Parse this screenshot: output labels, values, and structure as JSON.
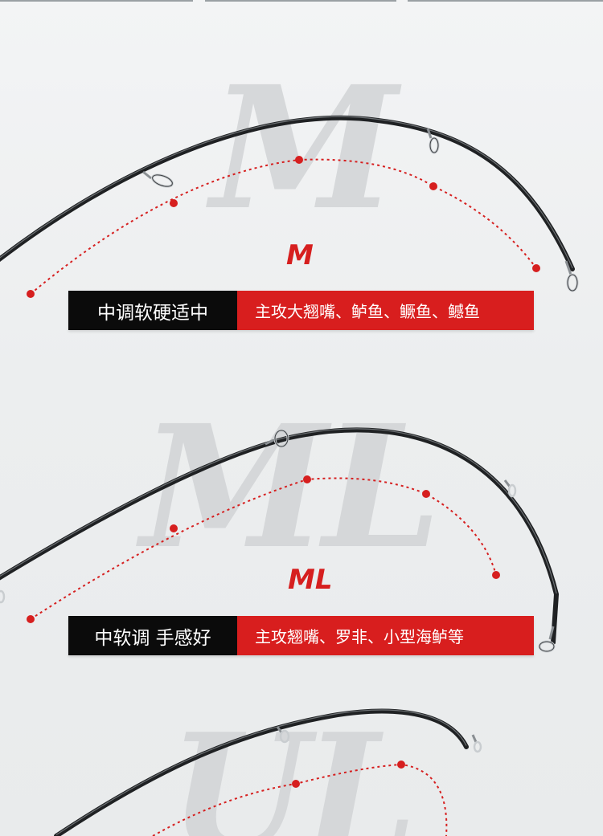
{
  "colors": {
    "accent_red": "#d81e1e",
    "label_black": "#0b0b0b",
    "rod_dark": "#2a2c2e",
    "watermark_gray": "#d2d4d6"
  },
  "sections": [
    {
      "watermark": "M",
      "code": "M",
      "action": "中调软硬适中",
      "targets": "主攻大翘嘴、鲈鱼、鳜鱼、鳡鱼"
    },
    {
      "watermark": "ML",
      "code": "ML",
      "action": "中软调 手感好",
      "targets": "主攻翘嘴、罗非、小型海鲈等"
    },
    {
      "watermark": "UL"
    }
  ]
}
